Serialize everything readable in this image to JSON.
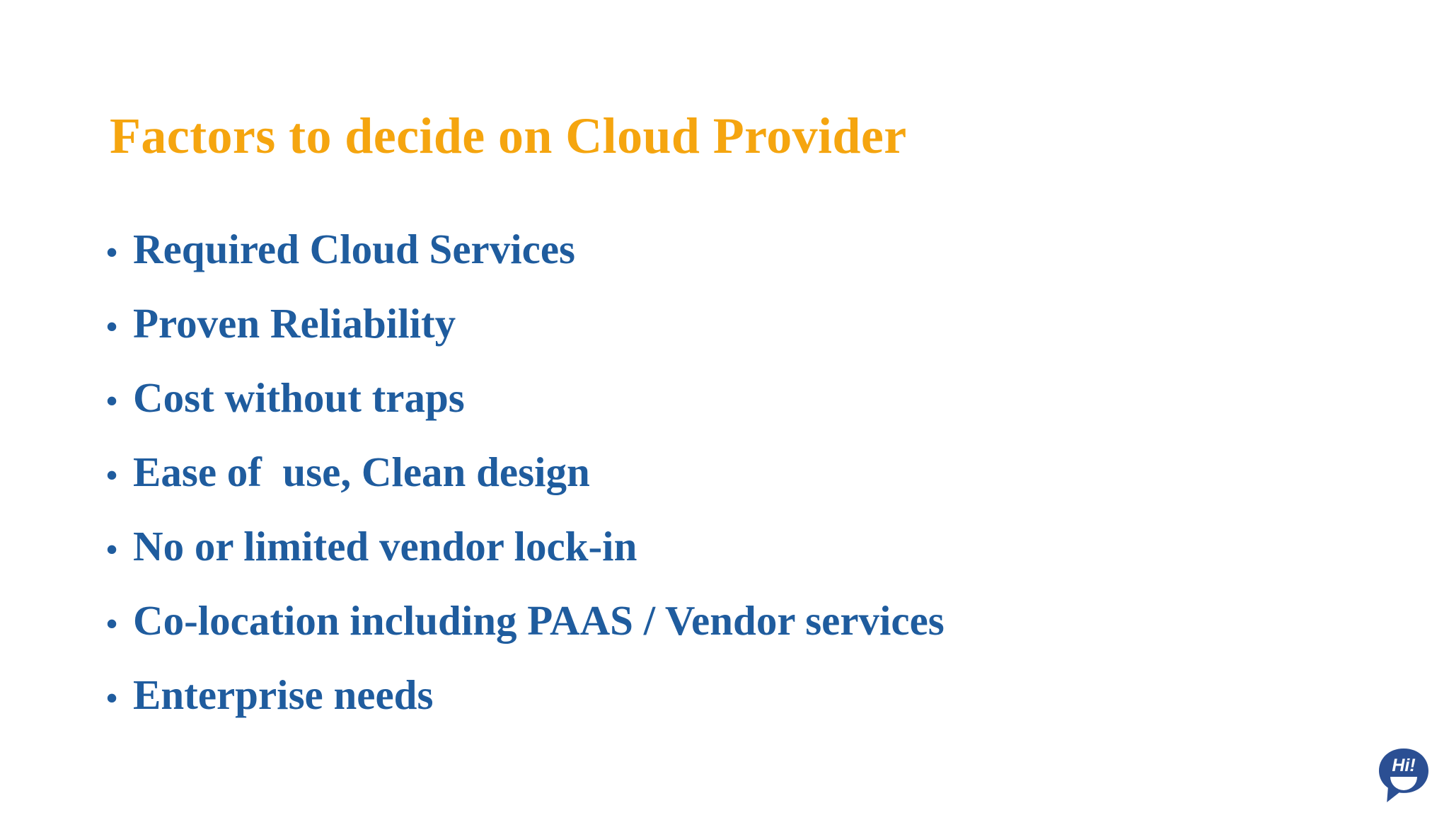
{
  "slide": {
    "title": "Factors to decide on Cloud Provider",
    "title_color": "#F5A50F",
    "body_color": "#1F5C9E",
    "background_color": "#FFFFFF",
    "bullet_marker": "•",
    "bullets": [
      {
        "text": "Required Cloud Services"
      },
      {
        "text": "Proven Reliability"
      },
      {
        "text": "Cost without traps"
      },
      {
        "text": "Ease of  use, Clean design"
      },
      {
        "text": "No or limited vendor lock-in"
      },
      {
        "text": "Co-location including PAAS / Vendor services"
      },
      {
        "text": "Enterprise needs"
      }
    ]
  },
  "chat_widget": {
    "icon": "chat-bubble-hi-icon",
    "label": "Hi!",
    "bubble_color": "#2B4F93"
  }
}
